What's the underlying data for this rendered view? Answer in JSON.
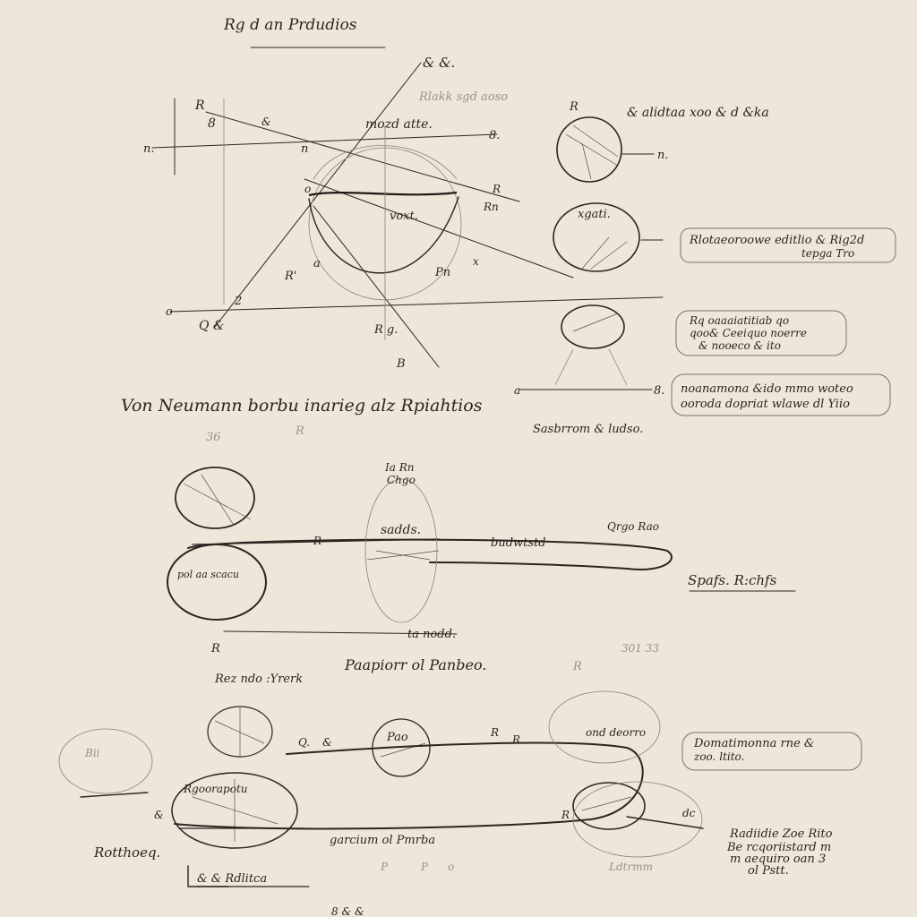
{
  "texts": {
    "top_title": "Rg d an Prdudios",
    "top_fig_label_a": "& &.",
    "top_faint_note": "Rlakk sgd aoso",
    "mid_label": "mozd atte.",
    "center_label": "voxt.",
    "upper_right_note": "& alidtaa xoo & d &ka",
    "upper_right_n": "n.",
    "right_ellipse_label": "xgati.",
    "right_note_1a": "Rlotaeoroowe editlio &  Rig2d",
    "right_note_1b": "tepga Tro",
    "right_note_2a": "Rq oaaaiatitiab qo",
    "right_note_2b": "qoo& Ceeiquo noerre",
    "right_note_2c": "& nooeco & ito",
    "right_note_3a": "noanamona &ido mmo woteo",
    "right_note_3b": "ooroda dopriat wlawe dl Yiio",
    "section_1_title": "Von Neumann  borbu inarieg alz Rpiahtios",
    "caption_small": "Sasbrrom & ludso.",
    "mid_top_label": "Ia Rn",
    "mid_top_label2": "Chgo",
    "mid_center_label": "sadds.",
    "mid_bar_label": "budwtstd",
    "mid_right_label": "Qrgo Rao",
    "mid_right_note": "Spafs. R:chfs",
    "mid_bottom_label": "ta nodd.",
    "mid_left_small": "pol aa scacu",
    "mid_faint_nums": "301 33",
    "section_2_title": "Paapiorr ol Panbeo.",
    "bottom_left_title": "Rez ndo :Yrerk",
    "bottom_center_label": "Pao",
    "bottom_left_oval_label": "Rgoorapotu",
    "bottom_center_caption": "garcium ol Pmrba",
    "bottom_right_note_a": "Domatimonna rne &",
    "bottom_right_note_b": "zoo. ltito.",
    "bottom_right_oval_label": "ond deorro",
    "bottom_far_right_a": "Radiidie Zoe Rito",
    "bottom_far_right_b": "Be rcqoriistard m",
    "bottom_far_right_c": "m aequiro oan 3",
    "bottom_far_right_d": "ol     Pstt.",
    "bottom_left_word": "Rotthoeq.",
    "bottom_signature": "& & Rdlitca",
    "bottom_left_bits": "Bii",
    "bottom_small_faint": "Ldtrmm"
  },
  "colors": {
    "paper": "#efe6da",
    "ink": "#2b2520",
    "faint_ink": "#9a9088"
  }
}
